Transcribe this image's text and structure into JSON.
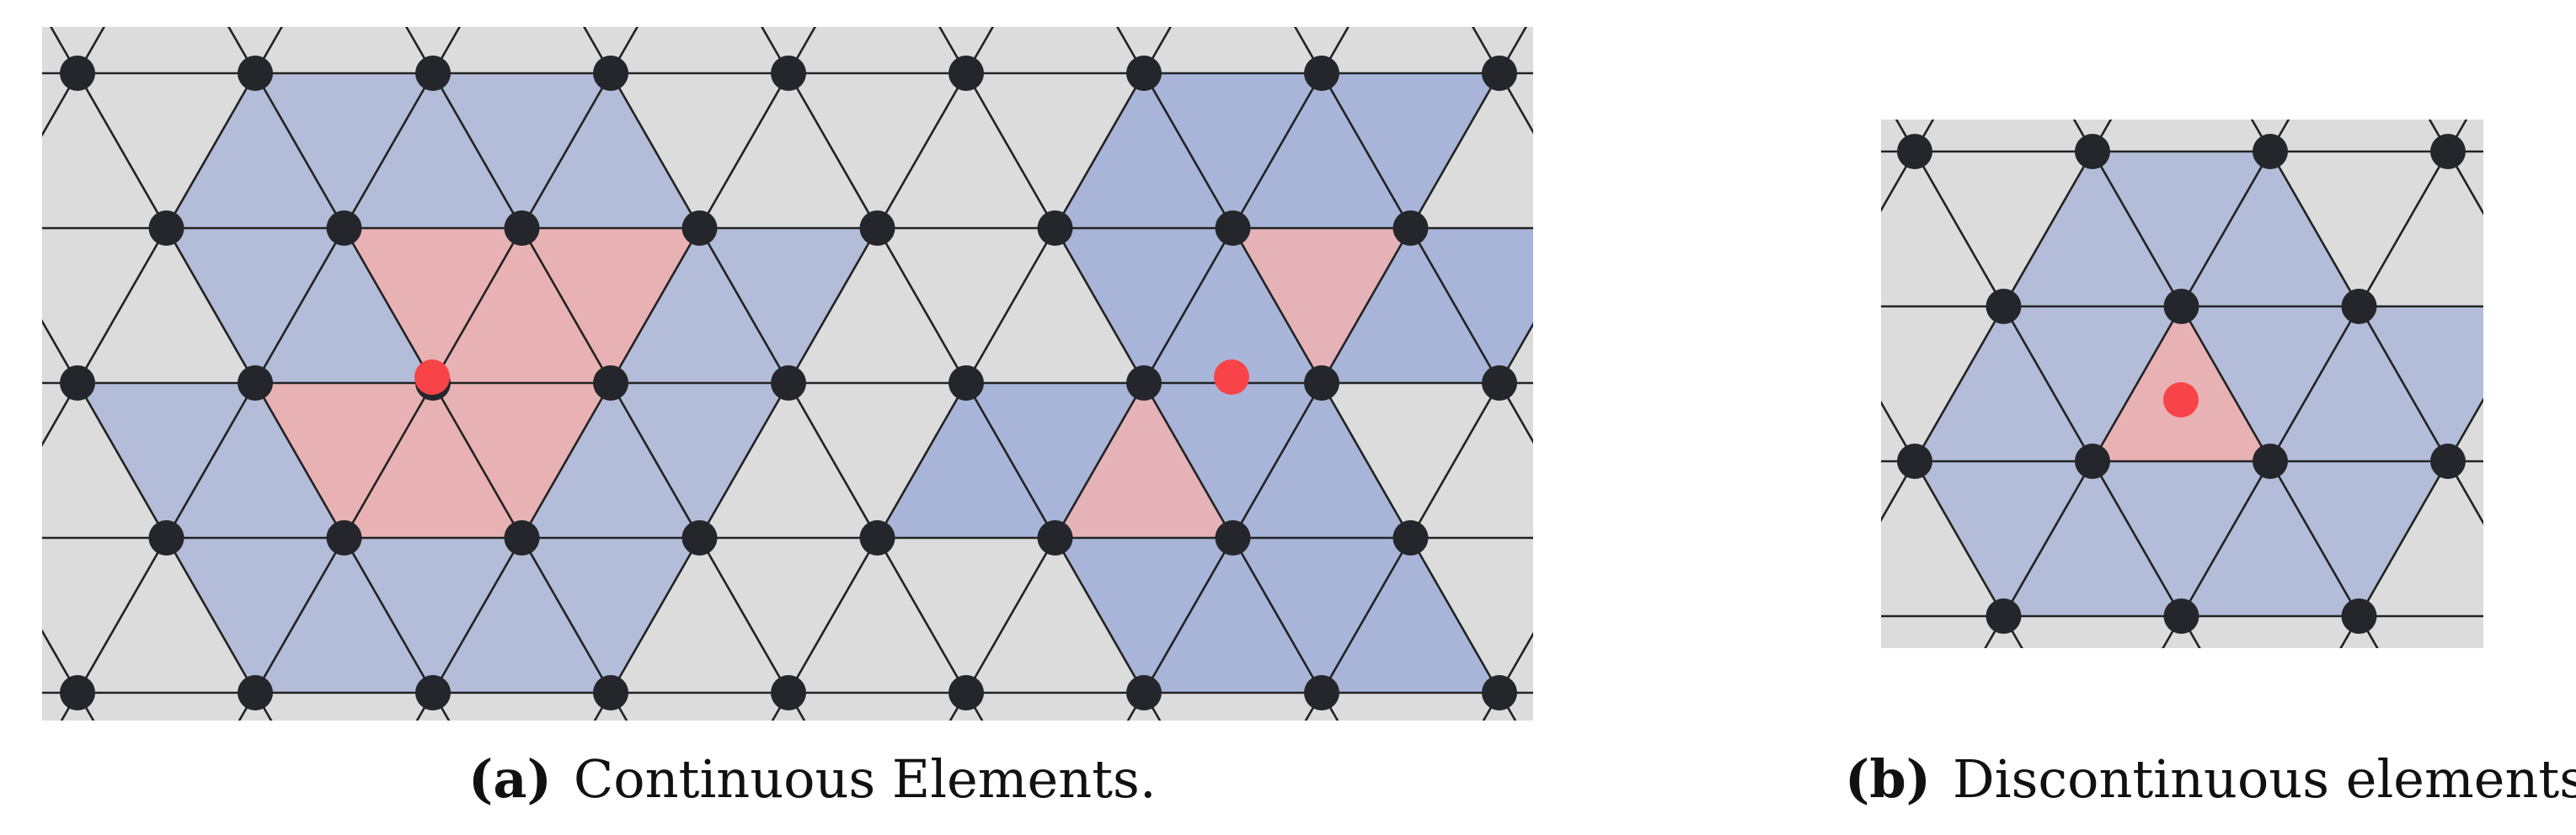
{
  "colors": {
    "background": "#dcdcdc",
    "neighbor_fill": "#b3bcd8",
    "neighbor_fill_dark": "#a8b5d9",
    "element_fill": "#e8b2b5",
    "element_fill_dark": "#e4b2b7",
    "grid_line": "#222222",
    "node": "#24262b",
    "marker": "#f84449"
  },
  "panels": [
    {
      "id": "a",
      "tag": "(a)",
      "caption": "Continuous Elements."
    },
    {
      "id": "b",
      "tag": "(b)",
      "caption": "Discontinuous elements."
    }
  ]
}
